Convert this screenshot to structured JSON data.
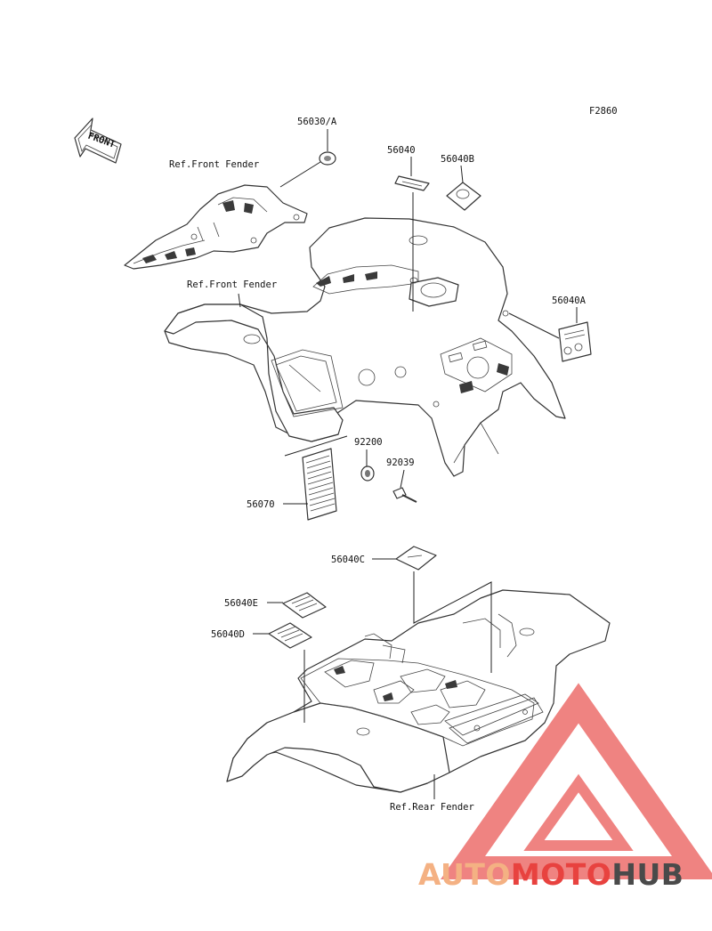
{
  "figure_code": "F2860",
  "front_arrow_label": "FRONT",
  "refs": {
    "front_fender_1": "Ref.Front Fender",
    "front_fender_2": "Ref.Front Fender",
    "rear_fender": "Ref.Rear Fender"
  },
  "parts": {
    "p56030A": "56030/A",
    "p56040": "56040",
    "p56040B": "56040B",
    "p56040A": "56040A",
    "p92200": "92200",
    "p92039": "92039",
    "p56070": "56070",
    "p56040C": "56040C",
    "p56040E": "56040E",
    "p56040D": "56040D"
  },
  "watermark": {
    "part1": "AUTO",
    "part2": "MOTO",
    "part3": "HUB",
    "color1": "#f4b183",
    "color2": "#e8423f",
    "color3": "#4a4a4a"
  }
}
